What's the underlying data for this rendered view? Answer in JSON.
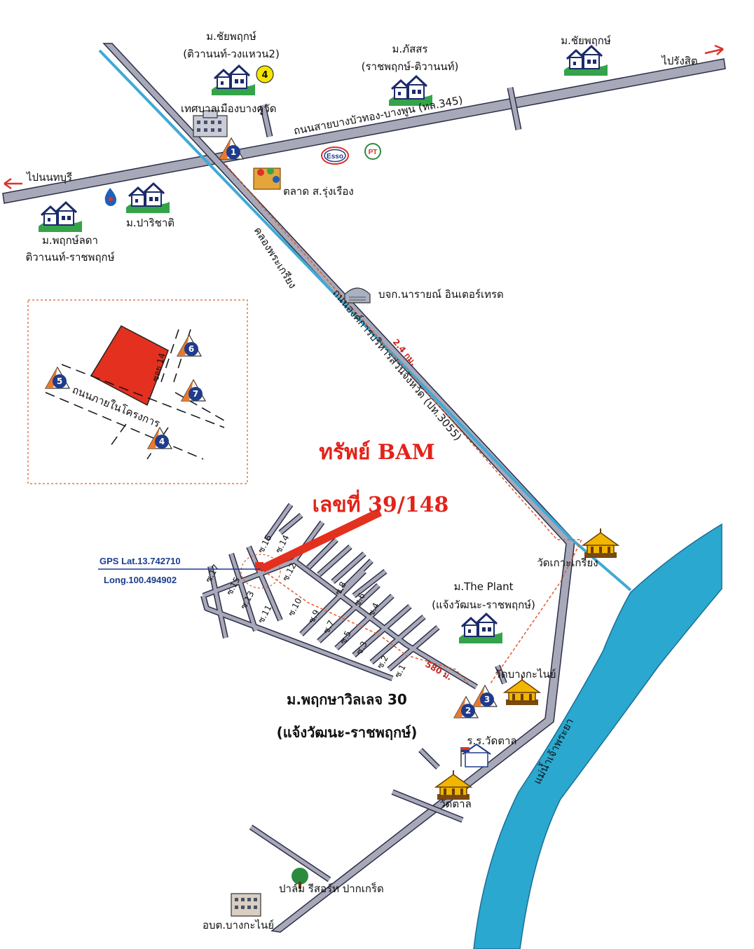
{
  "title_line1": "ทรัพย์ BAM",
  "title_line2": "เลขที่ 39/148",
  "gps": {
    "lat": "GPS Lat.13.742710",
    "long": "Long.100.494902"
  },
  "directions": {
    "west": "ไปนนทบุรี",
    "east": "ไปรังสิต"
  },
  "roads": {
    "main": "ถนนสายบางบัวทอง-บางพูน (ทล.345)",
    "canal": "คลองพระเกรียง",
    "provincial": "ถนนองค์การบริหารส่วนจังหวัด (ปท.3055)"
  },
  "distances": {
    "d1": "2.4 กม.",
    "d2": "580 ม."
  },
  "places": {
    "chaiyaphruek_vong": {
      "l1": "ม.ชัยพฤกษ์",
      "l2": "(ติวานนท์-วงแหวน2)"
    },
    "phassorn": {
      "l1": "ม.ภัสสร",
      "l2": "(ราชพฤกษ์-ติวานนท์)"
    },
    "chaiyaphruek_east": "ม.ชัยพฤกษ์",
    "municipality": "เทศบาลเมืองบางคูวัด",
    "market": "ตลาด ส.รุ่งเรือง",
    "parichat": "ม.ปาริชาติ",
    "phruklada": {
      "l1": "ม.พฤกษ์ลดา",
      "l2": "ติวานนท์-ราชพฤกษ์"
    },
    "narai": "บจก.นารายณ์ อินเตอร์เทรด",
    "wat_ko_kriang": "วัดเกาะเกรียง",
    "the_plant": {
      "l1": "ม.The Plant",
      "l2": "(แจ้งวัฒนะ-ราชพฤกษ์)"
    },
    "wat_bang_kanai": "วัดบางกะไนย์",
    "village30": {
      "l1": "ม.พฤกษาวิลเลจ 30",
      "l2": "(แจ้งวัฒนะ-ราชพฤกษ์)"
    },
    "school": "ร.ร.วัดตาล",
    "wat_tan": "วัดตาล",
    "river": "แม่น้ำเจ้าพระยา",
    "palm_resort": "ปาล์ม รีสอร์ท ปากเกร็ด",
    "obt": "อบต.บางกะไนย์"
  },
  "brands": {
    "esso": "Esso",
    "ptt": "PT"
  },
  "inset": {
    "soi": "ซอย 14",
    "internal_road": "ถนนภายในโครงการ"
  },
  "soi_labels": [
    "ซ.17",
    "ซ.16",
    "ซ.15",
    "ซ.14",
    "ซ.13",
    "ซ.12",
    "ซ.11",
    "ซ.10",
    "ซ.9",
    "ซ.8",
    "ซ.7",
    "ซ.6",
    "ซ.5",
    "ซ.4",
    "ซ.3",
    "ซ.2",
    "ซ.1"
  ],
  "markers": [
    "1",
    "2",
    "3",
    "4",
    "5",
    "6",
    "7",
    "4"
  ],
  "colors": {
    "road": "#a7a9b8",
    "road_edge": "#2c2e4a",
    "canal": "#3fa9d6",
    "river": "#2ba8cf",
    "plot": "#e4301f",
    "marker": "#1f3b8c",
    "route": "#e05a2a"
  },
  "icons": [
    "house-icon",
    "temple-icon",
    "building-icon",
    "school-icon",
    "tree-icon",
    "warehouse-icon",
    "market-icon",
    "ptt-drop-icon"
  ]
}
